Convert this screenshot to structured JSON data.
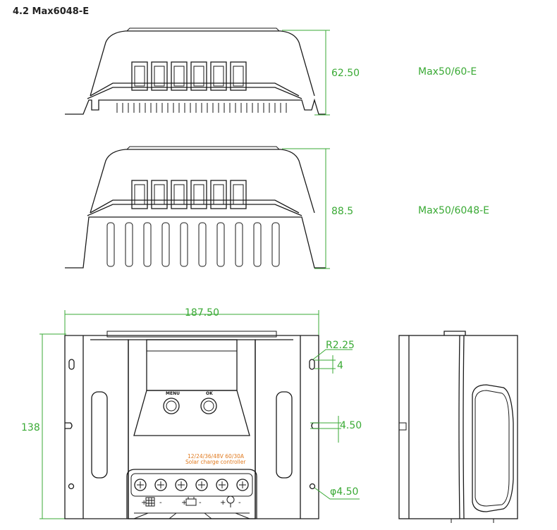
{
  "heading": "4.2 Max6048-E",
  "views": {
    "side_short": {
      "height_label": "62.50",
      "model_label": "Max50/60-E"
    },
    "side_tall": {
      "height_label": "88.5",
      "model_label": "Max50/6048-E"
    },
    "front": {
      "width_label": "187.50",
      "height_label": "138",
      "radius_label": "R2.25",
      "slot_label": "4",
      "slot2_label": "4.50",
      "hole_label": "φ4.50",
      "button_labels": [
        "MENU",
        "OK"
      ],
      "voltage_text": "12/24/36/48V  60/30A",
      "product_text": "Solar charge controller",
      "terminal_signs": [
        "+",
        "-",
        "+",
        "-",
        "+",
        "-"
      ]
    }
  },
  "colors": {
    "dimension": "#3aaa35",
    "outline": "#1a1a1a",
    "accent_text": "#e07a1f"
  }
}
